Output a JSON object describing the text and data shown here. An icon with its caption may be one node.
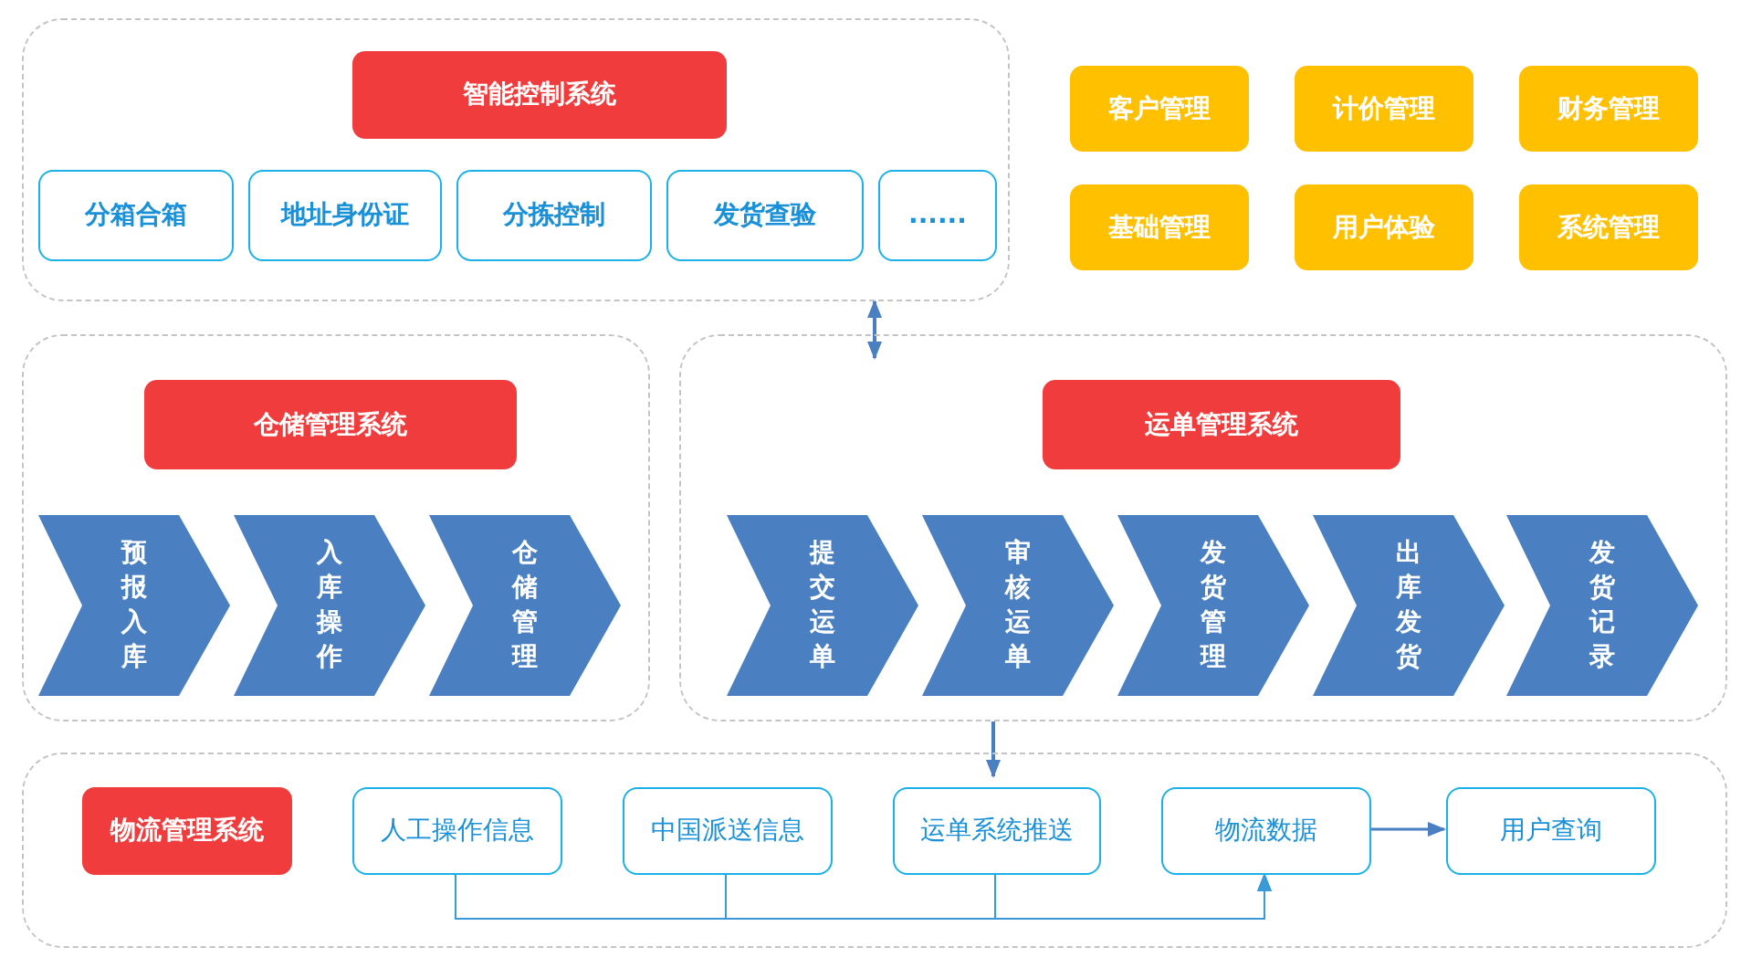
{
  "diagram": {
    "nodes": [
      {
        "text": [],
        "shape": "box"
      },
      {
        "text": [
          "智能控制系统"
        ],
        "in": 0
      },
      {
        "text": [
          "分箱合箱"
        ],
        "in": 0
      },
      {
        "text": [
          "地址身份证"
        ],
        "in": 0
      },
      {
        "text": [
          "分拣控制"
        ],
        "in": 0
      },
      {
        "text": [
          "发货查验"
        ],
        "in": 0
      },
      {
        "text": [
          "......"
        ],
        "in": 0
      },
      {
        "text": [
          "客户管理"
        ]
      },
      {
        "text": [
          "计价管理"
        ]
      },
      {
        "text": [
          "财务管理"
        ]
      },
      {
        "text": [
          "基础管理"
        ]
      },
      {
        "text": [
          "用户体验"
        ]
      },
      {
        "text": [
          "系统管理"
        ]
      },
      {
        "text": [],
        "shape": "box"
      },
      {
        "text": [
          "仓储管理系统"
        ],
        "in": 13
      },
      {
        "text": [
          "预报入库"
        ],
        "in": 13
      },
      {
        "text": [
          "入库操作"
        ],
        "in": 13
      },
      {
        "text": [
          "仓储管理"
        ],
        "in": 13
      },
      {
        "text": [],
        "shape": "box"
      },
      {
        "text": [
          "运单管理系统"
        ],
        "in": 18
      },
      {
        "text": [
          "提交运单"
        ],
        "in": 18
      },
      {
        "text": [
          "审核运单"
        ],
        "in": 18
      },
      {
        "text": [
          "发货管理"
        ],
        "in": 18
      },
      {
        "text": [
          "出库发货"
        ],
        "in": 18
      },
      {
        "text": [
          "发货记录"
        ],
        "in": 18
      },
      {
        "text": [],
        "shape": "box"
      },
      {
        "text": [
          "物流管理系统"
        ],
        "in": 25
      },
      {
        "text": [
          "人工操作信息"
        ],
        "in": 25
      },
      {
        "text": [
          "中国派送信息"
        ],
        "in": 25
      },
      {
        "text": [
          "运单系统推送"
        ],
        "in": 25
      },
      {
        "text": [
          "物流数据"
        ],
        "in": 25
      },
      {
        "text": [
          "用户查询"
        ],
        "in": 25
      }
    ],
    "edges": [
      {
        "from": 0,
        "to": 18,
        "arrow": "both"
      },
      {
        "from": 18,
        "to": 25,
        "arrow": "to"
      },
      {
        "from": 30,
        "to": 31,
        "arrow": "to"
      },
      {
        "from": 27,
        "to": 30,
        "arrow": "to"
      },
      {
        "from": 28,
        "to": 30,
        "arrow": "to"
      },
      {
        "from": 29,
        "to": 30,
        "arrow": "to"
      }
    ]
  }
}
